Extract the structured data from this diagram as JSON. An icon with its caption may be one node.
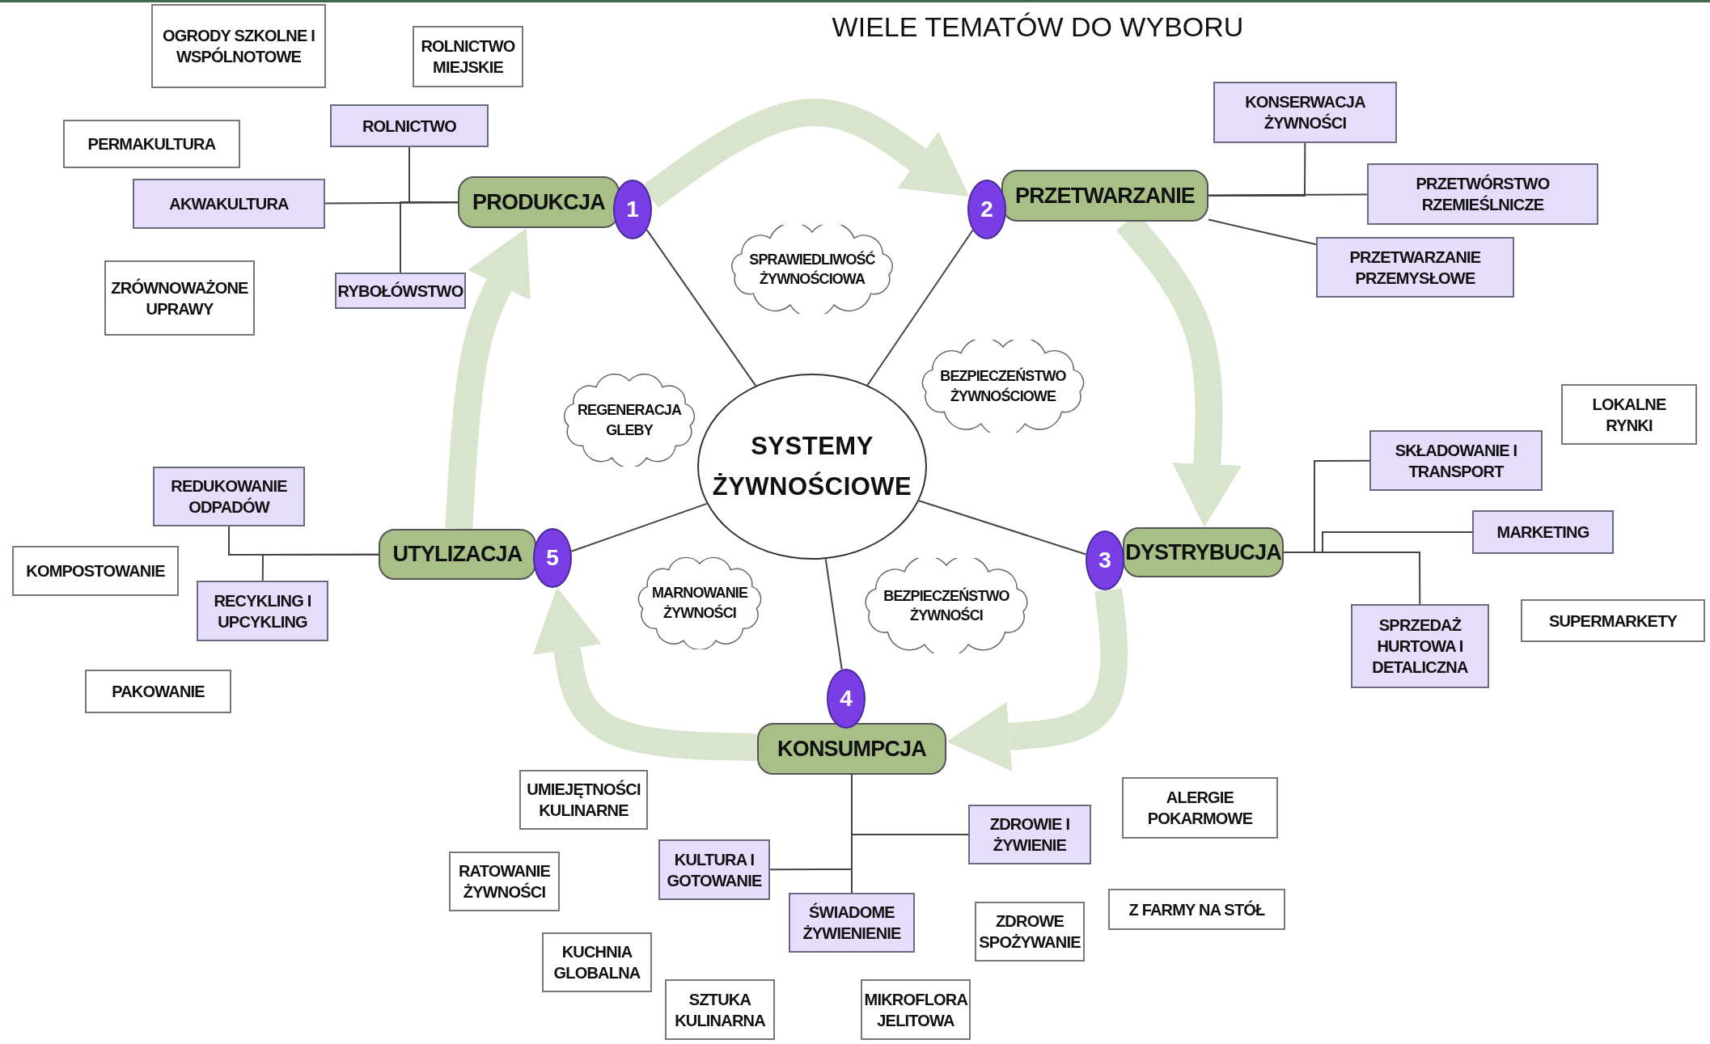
{
  "diagram": {
    "title": "WIELE TEMATÓW DO WYBORU",
    "nodes": [
      {
        "text": [
          "OGRODY SZKOLNE I WSPÓLNOTOWE"
        ]
      },
      {
        "text": [
          "ROLNICTWO MIEJSKIE"
        ]
      },
      {
        "text": [
          "PERMAKULTURA"
        ]
      },
      {
        "text": [
          "ROLNICTWO"
        ]
      },
      {
        "text": [
          "AKWAKULTURA"
        ]
      },
      {
        "text": [
          "PRODUKCJA"
        ]
      },
      {
        "text": [
          "1"
        ]
      },
      {
        "text": [
          "RYBOŁÓWSTWO"
        ]
      },
      {
        "text": [
          "ZRÓWNOWAŻONE UPRAWY"
        ]
      },
      {
        "text": [
          "KONSERWACJA ŻYWNOŚCI"
        ]
      },
      {
        "text": [
          "PRZETWÓRSTWO RZEMIEŚLNICZE"
        ]
      },
      {
        "text": [
          "2"
        ]
      },
      {
        "text": [
          "PRZETWARZANIE"
        ]
      },
      {
        "text": [
          "PRZETWARZANIE PRZEMYSŁOWE"
        ]
      },
      {
        "text": [
          "SPRAWIEDLIWOŚĆ ŻYWNOŚCIOWA"
        ]
      },
      {
        "text": [
          "BEZPIECZEŃSTWO ŻYWNOŚCIOWE"
        ]
      },
      {
        "text": [
          "REGENERACJA GLEBY"
        ]
      },
      {
        "text": [
          "SYSTEMY ŻYWNOŚCIOWE"
        ]
      },
      {
        "text": [
          "LOKALNE RYNKI"
        ]
      },
      {
        "text": [
          "SKŁADOWANIE I TRANSPORT"
        ]
      },
      {
        "text": [
          "REDUKOWANIE ODPADÓW"
        ]
      },
      {
        "text": [
          "MARKETING"
        ]
      },
      {
        "text": [
          "3"
        ]
      },
      {
        "text": [
          "DYSTRYBUCJA"
        ]
      },
      {
        "text": [
          "UTYLIZACJA"
        ]
      },
      {
        "text": [
          "5"
        ]
      },
      {
        "text": [
          "KOMPOSTOWANIE"
        ]
      },
      {
        "text": [
          "RECYKLING I UPCYKLING"
        ]
      },
      {
        "text": [
          "MARNOWANIE ŻYWNOŚCI"
        ]
      },
      {
        "text": [
          "BEZPIECZEŃSTWO ŻYWNOŚCI"
        ]
      },
      {
        "text": [
          "SPRZEDAŻ HURTOWA I DETALICZNA"
        ]
      },
      {
        "text": [
          "SUPERMARKETY"
        ]
      },
      {
        "text": [
          "PAKOWANIE"
        ]
      },
      {
        "text": [
          "4"
        ]
      },
      {
        "text": [
          "KONSUMPCJA"
        ]
      },
      {
        "text": [
          "UMIEJĘTNOŚCI KULINARNE"
        ]
      },
      {
        "text": [
          "ALERGIE POKARMOWE"
        ]
      },
      {
        "text": [
          "ZDROWIE I ŻYWIENIE"
        ]
      },
      {
        "text": [
          "KULTURA I GOTOWANIE"
        ]
      },
      {
        "text": [
          "RATOWANIE ŻYWNOŚCI"
        ]
      },
      {
        "text": [
          "ŚWIADOME ŻYWIENIENIE"
        ]
      },
      {
        "text": [
          "ZDROWE SPOŻYWANIE"
        ]
      },
      {
        "text": [
          "Z FARMY NA STÓŁ"
        ]
      },
      {
        "text": [
          "KUCHNIA GLOBALNA"
        ]
      },
      {
        "text": [
          "SZTUKA KULINARNA"
        ]
      },
      {
        "text": [
          "MIKROFLORA JELITOWA"
        ]
      }
    ],
    "edges": [
      {
        "from": 17,
        "to": 6,
        "arrow": "none"
      },
      {
        "from": 17,
        "to": 11,
        "arrow": "none"
      },
      {
        "from": 17,
        "to": 22,
        "arrow": "none"
      },
      {
        "from": 17,
        "to": 33,
        "arrow": "none"
      },
      {
        "from": 17,
        "to": 25,
        "arrow": "none"
      },
      {
        "from": 5,
        "to": 3,
        "arrow": "none"
      },
      {
        "from": 5,
        "to": 4,
        "arrow": "none"
      },
      {
        "from": 5,
        "to": 7,
        "arrow": "none"
      },
      {
        "from": 12,
        "to": 9,
        "arrow": "none"
      },
      {
        "from": 12,
        "to": 10,
        "arrow": "none"
      },
      {
        "from": 12,
        "to": 13,
        "arrow": "none"
      },
      {
        "from": 23,
        "to": 19,
        "arrow": "none"
      },
      {
        "from": 23,
        "to": 21,
        "arrow": "none"
      },
      {
        "from": 23,
        "to": 30,
        "arrow": "none"
      },
      {
        "from": 34,
        "to": 37,
        "arrow": "none"
      },
      {
        "from": 34,
        "to": 38,
        "arrow": "none"
      },
      {
        "from": 34,
        "to": 40,
        "arrow": "none"
      },
      {
        "from": 24,
        "to": 20,
        "arrow": "none"
      },
      {
        "from": 24,
        "to": 27,
        "arrow": "none"
      },
      {
        "from": 6,
        "to": 11,
        "arrow": "to",
        "style": "thick",
        "color": "#d9e4cd"
      },
      {
        "from": 12,
        "to": 23,
        "arrow": "to",
        "style": "thick",
        "color": "#d9e4cd"
      },
      {
        "from": 22,
        "to": 34,
        "arrow": "to",
        "style": "thick",
        "color": "#d9e4cd"
      },
      {
        "from": 34,
        "to": 25,
        "arrow": "to",
        "style": "thick",
        "color": "#d9e4cd"
      },
      {
        "from": 24,
        "to": 5,
        "arrow": "to",
        "style": "thick",
        "color": "#d9e4cd"
      }
    ]
  }
}
